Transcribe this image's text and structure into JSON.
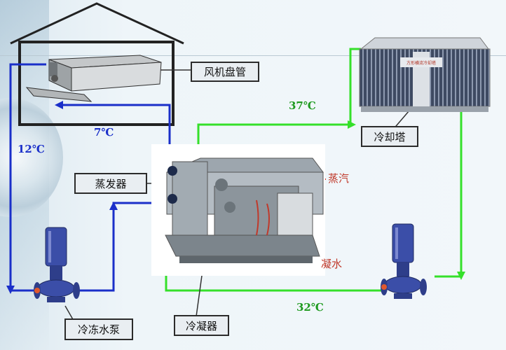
{
  "labels": {
    "fan_coil": "风机盘管",
    "cooling_tower": "冷却塔",
    "evaporator": "蒸发器",
    "chilled_pump": "冷冻水泵",
    "condenser": "冷凝器",
    "steam": "蒸汽",
    "condensate": "凝水"
  },
  "temps": {
    "supply_chilled": "7℃",
    "return_chilled": "12℃",
    "tower_in": "37℃",
    "tower_out": "32℃"
  },
  "tower_sign": "方形横流冷却塔",
  "colors": {
    "chilled_loop": "#1a2fc9",
    "cooling_loop": "#35e02a",
    "steam_line": "#d23a2a",
    "house": "#222222"
  }
}
